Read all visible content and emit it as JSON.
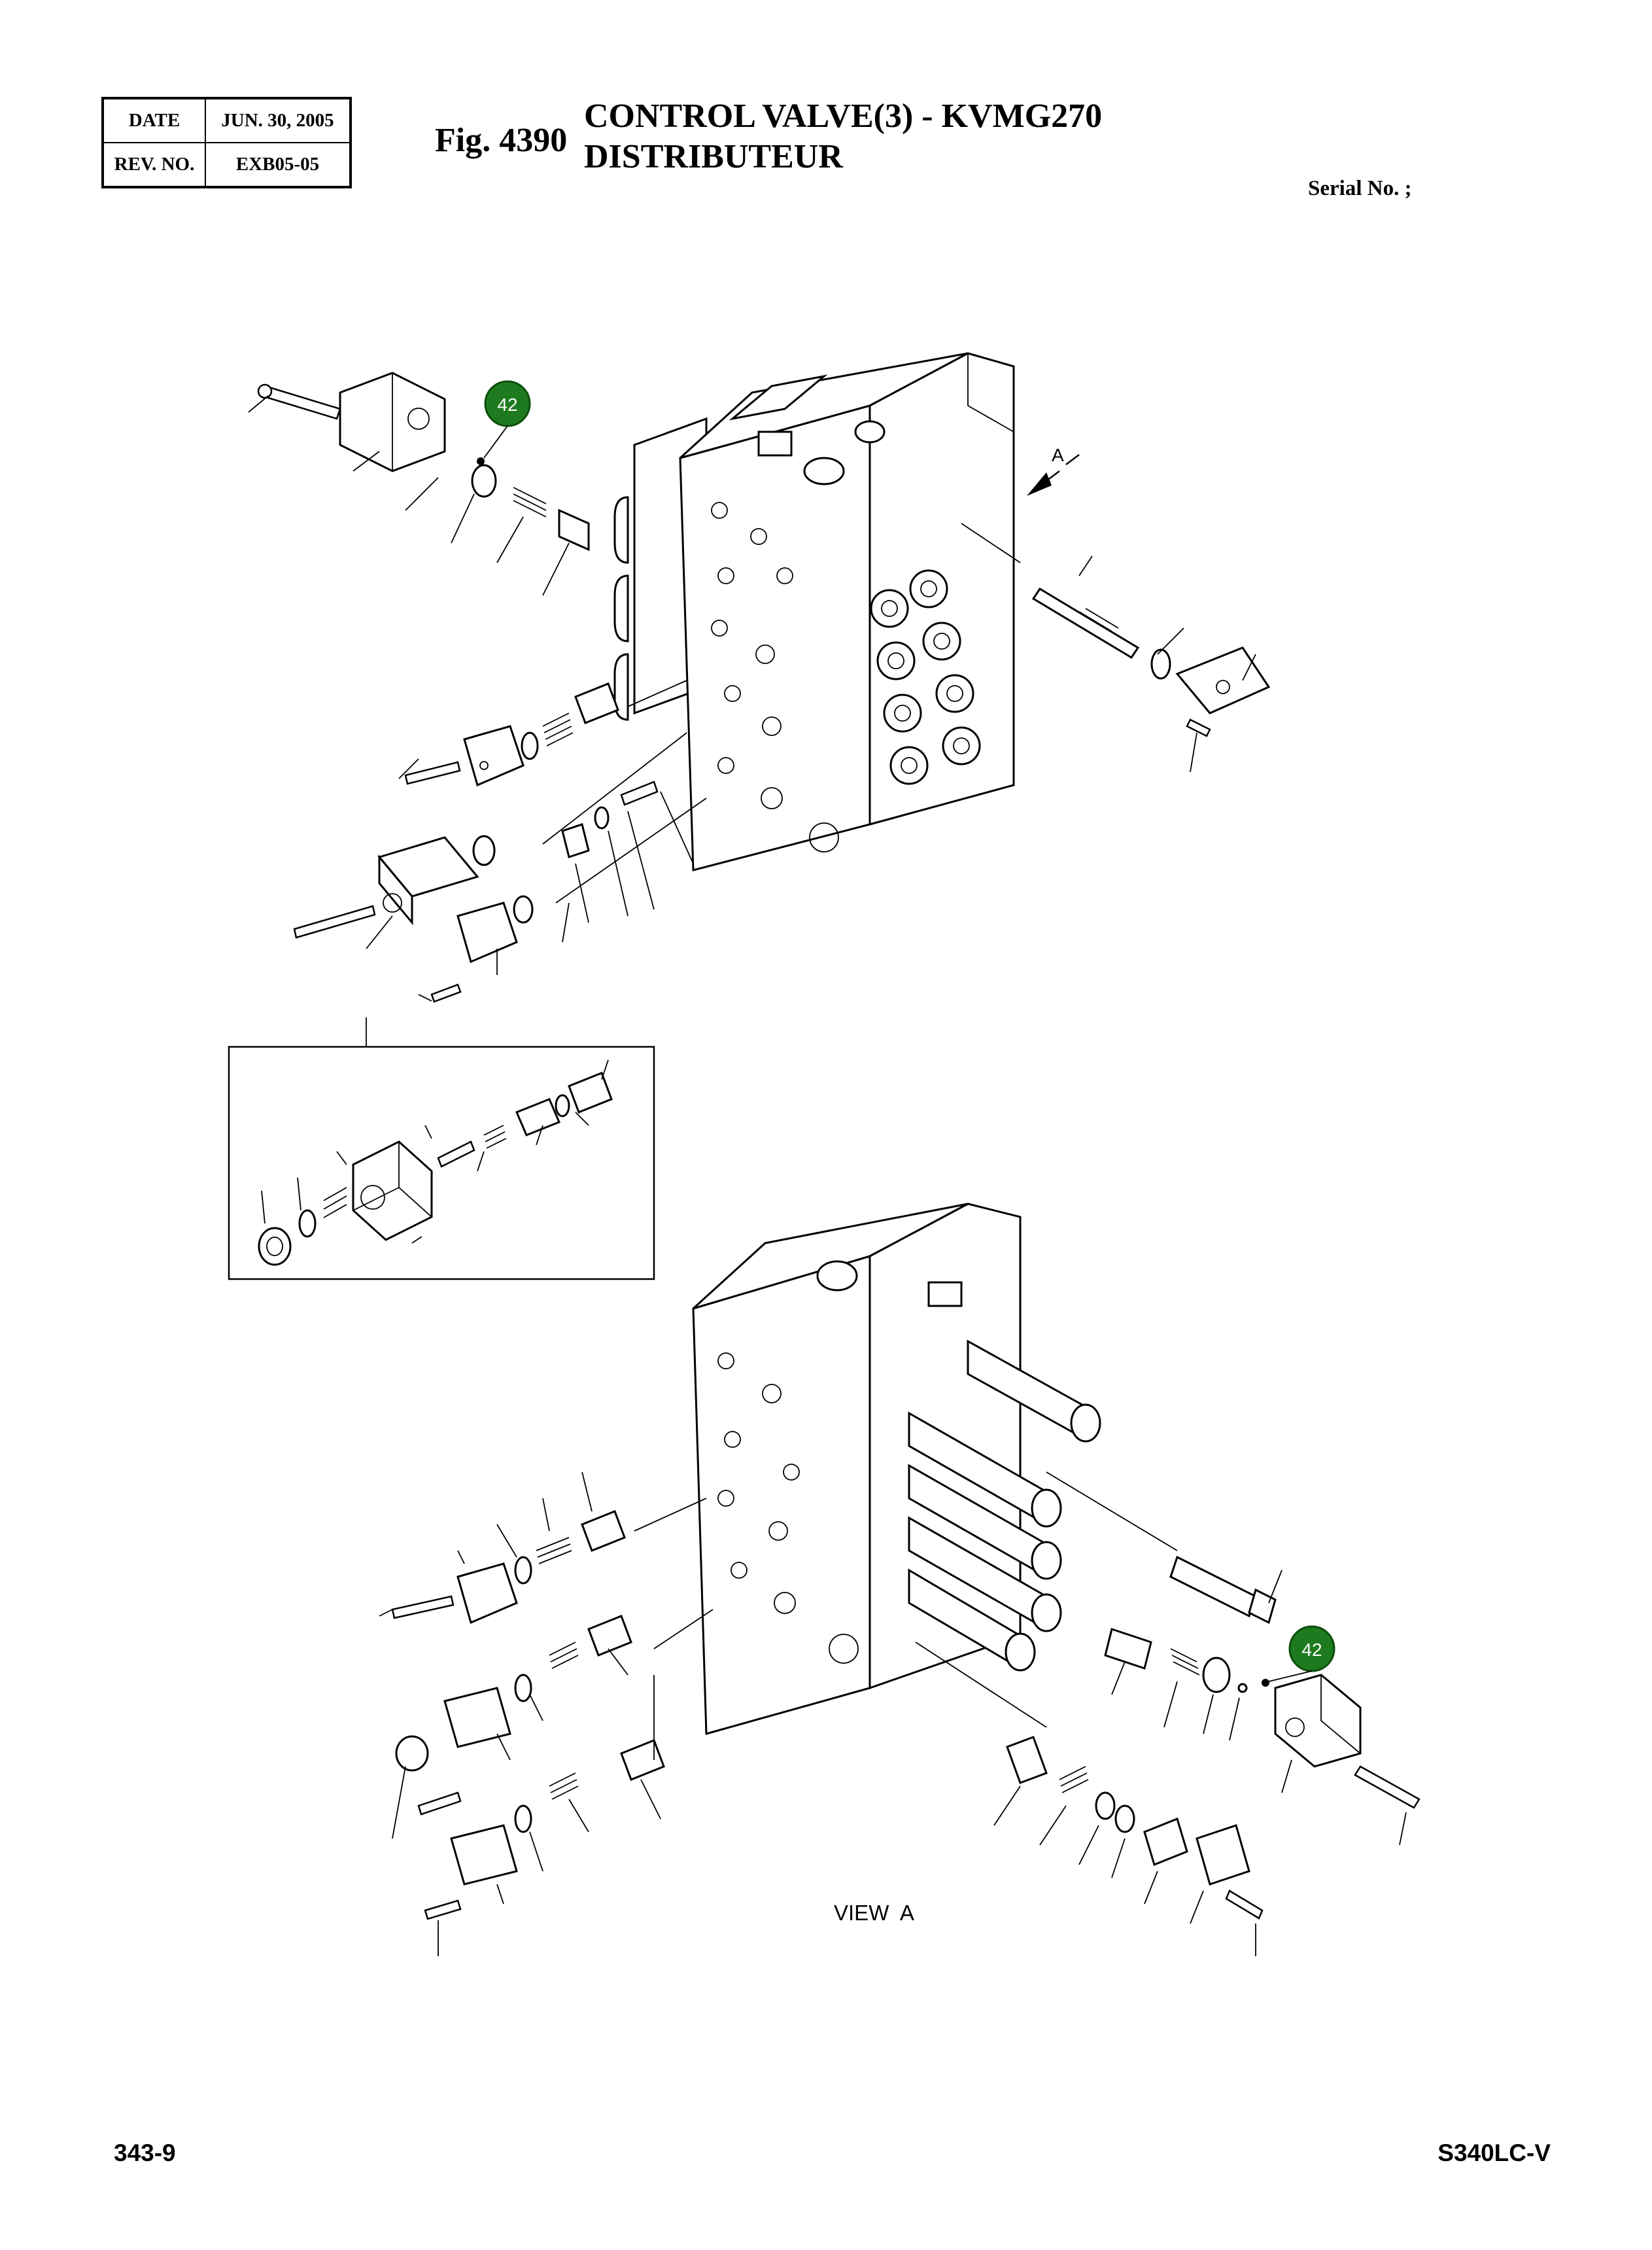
{
  "header": {
    "date_label": "DATE",
    "date_value": "JUN. 30, 2005",
    "rev_label": "REV. NO.",
    "rev_value": "EXB05-05"
  },
  "figure": {
    "number": "Fig. 4390",
    "title_line1": "CONTROL VALVE(3) - KVMG270",
    "title_line2": "DISTRIBUTEUR",
    "serial": "Serial No. ;"
  },
  "diagram": {
    "callouts": [
      "42",
      "42"
    ],
    "arrow_label": "A",
    "view_label": "VIEW  A",
    "callout_color": "#1e7a1e"
  },
  "footer": {
    "page": "343-9",
    "model": "S340LC-V"
  }
}
